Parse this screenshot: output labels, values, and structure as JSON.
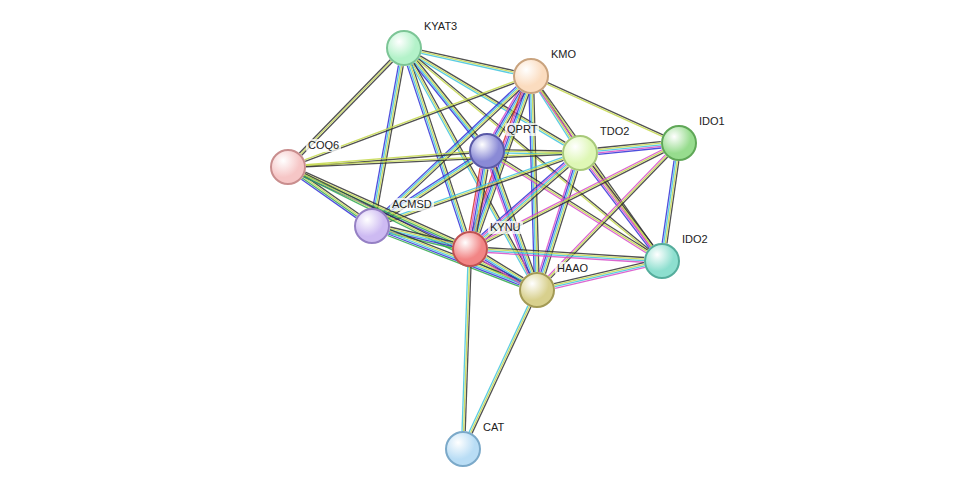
{
  "diagram": {
    "nodes": [
      {
        "text": [
          "KYAT3"
        ]
      },
      {
        "text": [
          "KMO"
        ]
      },
      {
        "text": [
          "QPRT"
        ]
      },
      {
        "text": [
          "TDO2"
        ]
      },
      {
        "text": [
          "IDO1"
        ]
      },
      {
        "text": [
          "COQ6"
        ]
      },
      {
        "text": [
          "ACMSD"
        ]
      },
      {
        "text": [
          "KYNU"
        ]
      },
      {
        "text": [
          "HAAO"
        ]
      },
      {
        "text": [
          "IDO2"
        ]
      },
      {
        "text": [
          "CAT"
        ]
      }
    ],
    "edges": [
      {
        "from": 0,
        "to": 1,
        "arrow": "none"
      },
      {
        "from": 0,
        "to": 2,
        "arrow": "none"
      },
      {
        "from": 0,
        "to": 3,
        "arrow": "none"
      },
      {
        "from": 0,
        "to": 5,
        "arrow": "none"
      },
      {
        "from": 0,
        "to": 6,
        "arrow": "none"
      },
      {
        "from": 0,
        "to": 7,
        "arrow": "none"
      },
      {
        "from": 0,
        "to": 8,
        "arrow": "none"
      },
      {
        "from": 0,
        "to": 9,
        "arrow": "none"
      },
      {
        "from": 1,
        "to": 2,
        "arrow": "none"
      },
      {
        "from": 1,
        "to": 3,
        "arrow": "none"
      },
      {
        "from": 1,
        "to": 4,
        "arrow": "none"
      },
      {
        "from": 1,
        "to": 5,
        "arrow": "none"
      },
      {
        "from": 1,
        "to": 6,
        "arrow": "none"
      },
      {
        "from": 1,
        "to": 7,
        "arrow": "none"
      },
      {
        "from": 1,
        "to": 8,
        "arrow": "none"
      },
      {
        "from": 1,
        "to": 9,
        "arrow": "none"
      },
      {
        "from": 2,
        "to": 3,
        "arrow": "none"
      },
      {
        "from": 2,
        "to": 5,
        "arrow": "none"
      },
      {
        "from": 2,
        "to": 6,
        "arrow": "none"
      },
      {
        "from": 2,
        "to": 7,
        "arrow": "none"
      },
      {
        "from": 2,
        "to": 8,
        "arrow": "none"
      },
      {
        "from": 2,
        "to": 9,
        "arrow": "none"
      },
      {
        "from": 3,
        "to": 4,
        "arrow": "none"
      },
      {
        "from": 3,
        "to": 9,
        "arrow": "none"
      },
      {
        "from": 3,
        "to": 6,
        "arrow": "none"
      },
      {
        "from": 3,
        "to": 7,
        "arrow": "none"
      },
      {
        "from": 3,
        "to": 8,
        "arrow": "none"
      },
      {
        "from": 3,
        "to": 5,
        "arrow": "none"
      },
      {
        "from": 4,
        "to": 9,
        "arrow": "none"
      },
      {
        "from": 4,
        "to": 7,
        "arrow": "none"
      },
      {
        "from": 4,
        "to": 8,
        "arrow": "none"
      },
      {
        "from": 5,
        "to": 6,
        "arrow": "none"
      },
      {
        "from": 5,
        "to": 7,
        "arrow": "none"
      },
      {
        "from": 5,
        "to": 8,
        "arrow": "none"
      },
      {
        "from": 6,
        "to": 7,
        "arrow": "none"
      },
      {
        "from": 6,
        "to": 8,
        "arrow": "none"
      },
      {
        "from": 7,
        "to": 8,
        "arrow": "none"
      },
      {
        "from": 7,
        "to": 9,
        "arrow": "none"
      },
      {
        "from": 7,
        "to": 10,
        "arrow": "none"
      },
      {
        "from": 8,
        "to": 9,
        "arrow": "none"
      },
      {
        "from": 8,
        "to": 10,
        "arrow": "none"
      }
    ]
  }
}
